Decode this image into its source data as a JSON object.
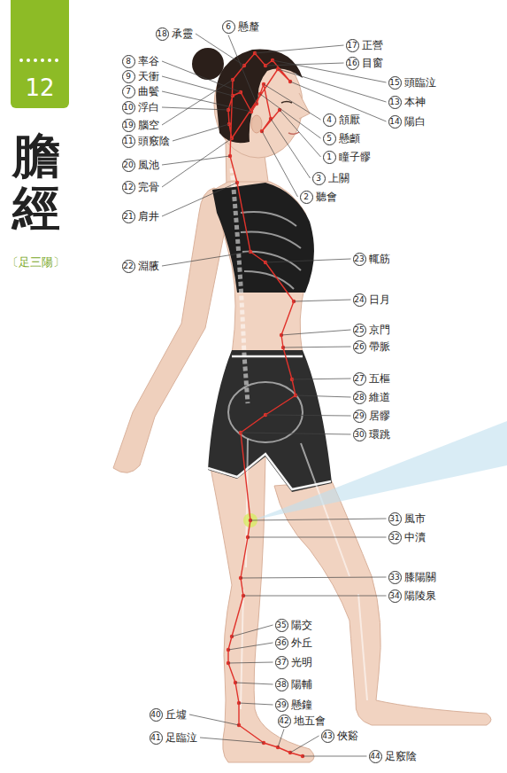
{
  "diagram": {
    "title": "膽經",
    "nodes": [
      {
        "text": [
          "12"
        ]
      }
    ],
    "labels": [
      "〔足三陽〕",
      "18",
      "承靈",
      "6",
      "懸釐",
      "17",
      "正營",
      "16",
      "目窗",
      "8",
      "率谷",
      "15",
      "頭臨泣",
      "9",
      "天衝",
      "7",
      "曲鬢",
      "13",
      "本神",
      "10",
      "浮白",
      "4",
      "頷厭",
      "14",
      "陽白",
      "19",
      "腦空",
      "5",
      "懸顱",
      "11",
      "頭竅陰",
      "1",
      "瞳子髎",
      "20",
      "風池",
      "3",
      "上關",
      "12",
      "完骨",
      "2",
      "聽會",
      "21",
      "肩井",
      "23",
      "輒筋",
      "22",
      "淵腋",
      "24",
      "日月",
      "25",
      "京門",
      "26",
      "帶脈",
      "27",
      "五樞",
      "28",
      "維道",
      "29",
      "居髎",
      "30",
      "環跳",
      "31",
      "風市",
      "32",
      "中瀆",
      "33",
      "膝陽關",
      "34",
      "陽陵泉",
      "35",
      "陽交",
      "36",
      "外丘",
      "37",
      "光明",
      "38",
      "陽輔",
      "39",
      "懸鐘",
      "40",
      "丘墟",
      "42",
      "地五會",
      "41",
      "足臨泣",
      "43",
      "俠谿",
      "44",
      "足竅陰"
    ]
  }
}
